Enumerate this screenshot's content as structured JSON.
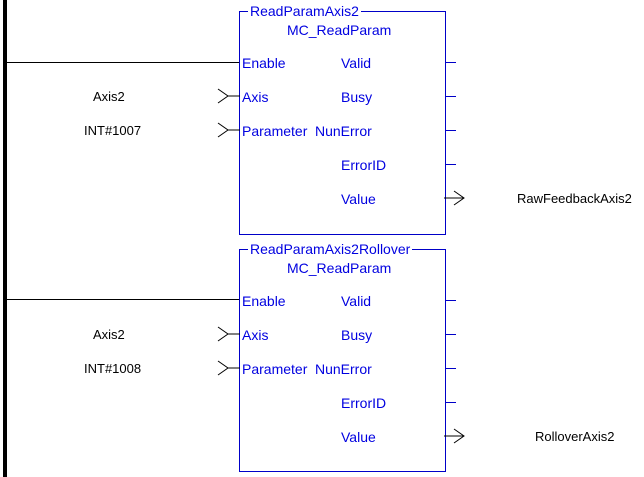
{
  "blocks": [
    {
      "instance": "ReadParamAxis2",
      "type": "MC_ReadParam",
      "inputs": {
        "enable": "Enable",
        "axis": "Axis",
        "parameter": "Parameter"
      },
      "outputs": {
        "valid": "Valid",
        "busy": "Busy",
        "error": "NunError",
        "error_id": "ErrorID",
        "value": "Value"
      },
      "axis_var": "Axis2",
      "param_var": "INT#1007",
      "value_var": "RawFeedbackAxis2"
    },
    {
      "instance": "ReadParamAxis2Rollover",
      "type": "MC_ReadParam",
      "inputs": {
        "enable": "Enable",
        "axis": "Axis",
        "parameter": "Parameter"
      },
      "outputs": {
        "valid": "Valid",
        "busy": "Busy",
        "error": "NunError",
        "error_id": "ErrorID",
        "value": "Value"
      },
      "axis_var": "Axis2",
      "param_var": "INT#1008",
      "value_var": "RolloverAxis2"
    }
  ],
  "colors": {
    "block": "#0000c8",
    "text": "#0000e0",
    "wire": "#000000"
  }
}
